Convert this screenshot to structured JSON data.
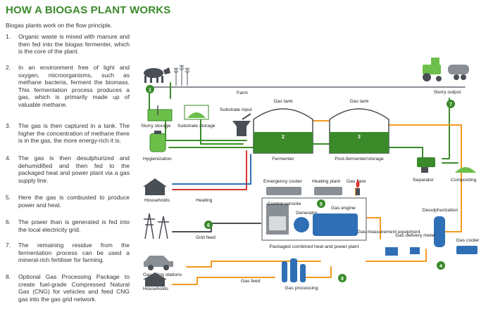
{
  "title": "HOW A BIOGAS PLANT WORKS",
  "intro": "Biogas plants work on the flow principle.",
  "steps": [
    {
      "num": "1.",
      "text": "Organic waste is mixed with manure and then fed into the biogas fermenter, which is the core of the plant."
    },
    {
      "num": "2.",
      "text": "In an environment free of light and oxygen, microorganisms, such as methane bacteria, ferment the biomass. This fermentation process produces a gas, which is primarily made up of valuable methane."
    },
    {
      "num": "3.",
      "text": "The gas is then captured in a tank. The higher the concentration of methane there is in the gas, the more energy-rich it is."
    },
    {
      "num": "4.",
      "text": "The gas is then desulphurized and dehumidified and then fed to the packaged heat and power plant via a gas supply line."
    },
    {
      "num": "5.",
      "text": "Here the gas is combusted to produce power and heat."
    },
    {
      "num": "6.",
      "text": "The power than is generated is fed into the local electricity grid."
    },
    {
      "num": "7.",
      "text": "The remaining residue from the fermentation process can be used a mineral-rich fertiliser for farming."
    },
    {
      "num": "8.",
      "text": "Optional Gas Processing Package to create fuel-grade Compressed Natural Gas (CNG) for vehicles and feed CNG gas into the gas grid network."
    }
  ],
  "diagram": {
    "labels": {
      "farm": "Farm",
      "slurry_output": "Slurry output",
      "slurry_storage": "Slurry storage",
      "substrate_storage": "Substrate storage",
      "substrate_input": "Substrate input",
      "gas_tank_1": "Gas tank",
      "gas_tank_2": "Gas tank",
      "hygienization": "Hygienization",
      "fermenter": "Fermenter",
      "post_fermenter": "Post-fermenter/storage",
      "separator": "Separator",
      "composting": "Composting",
      "emergency_cooler": "Emergency cooler",
      "heating_plant": "Heating plant",
      "gas_flare": "Gas flare",
      "households_1": "Households",
      "heating": "Heating",
      "control_console": "Control console",
      "generator": "Generator",
      "gas_engine": "Gas engine",
      "desulphurization": "Desulphurization",
      "grid_feed": "Grid feed",
      "chp": "Packaged combined heat and power plant",
      "gas_measurement": "Gas measurement equipment",
      "gas_delivery_meter": "Gas delivery meter",
      "gas_cooler": "Gas cooler",
      "gas_filling": "Gas filling stations",
      "gas_feed": "Gas feed",
      "gas_processing": "Gas processing",
      "households_2": "Households"
    },
    "badges": [
      "1",
      "2",
      "3",
      "4",
      "5",
      "6",
      "7",
      "8"
    ],
    "colors": {
      "green": "#3a8a2a",
      "light_green": "#6cc04a",
      "orange": "#f39a1e",
      "red": "#d9342b",
      "blue": "#2f6fb5",
      "gray": "#8a8f95",
      "dark": "#4a4f55"
    }
  }
}
